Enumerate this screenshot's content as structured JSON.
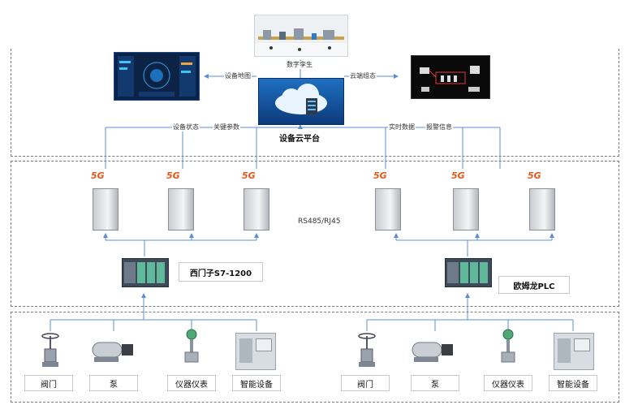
{
  "top": {
    "digital_twin": "数字孪生",
    "device_map": "设备地图",
    "cloud_config": "云端组态",
    "cloud_platform": "设备云平台",
    "left_labels": [
      "设备状态",
      "关键参数"
    ],
    "right_labels": [
      "实时数据",
      "报警信息"
    ]
  },
  "middle": {
    "protocol": "RS485/RJ45",
    "plc_left": "西门子S7-1200",
    "plc_right": "欧姆龙PLC",
    "gateway_badge": "5G"
  },
  "bottom": {
    "devices": [
      "阀门",
      "泵",
      "仪器仪表",
      "智能设备"
    ]
  },
  "colors": {
    "arrow": "#5b8fd0",
    "dash": "#7a7a7a",
    "badge": "#e5561a"
  }
}
